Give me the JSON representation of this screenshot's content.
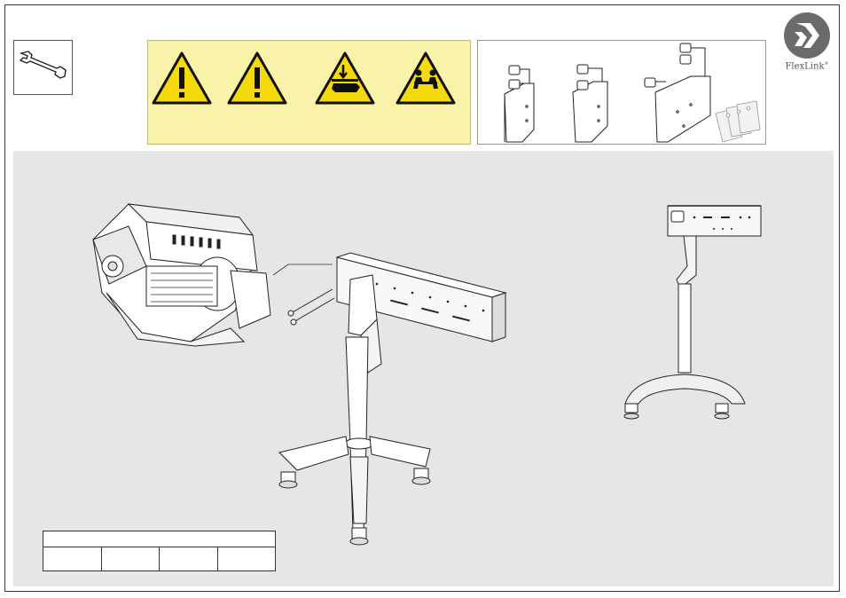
{
  "brand": {
    "name": "FlexLink",
    "trademark": "®",
    "colors": {
      "logo_gray": "#6b6b6b",
      "warning_yellow": "#f5d90a",
      "panel_yellow": "#f8f3a8",
      "work_area_gray": "#e6e6e6"
    }
  },
  "tools": {
    "icon": "open-end-wrench-icon"
  },
  "warnings": [
    {
      "icon": "general-warning-icon"
    },
    {
      "icon": "general-warning-icon"
    },
    {
      "icon": "hand-crush-warning-icon"
    },
    {
      "icon": "two-person-lift-warning-icon"
    }
  ],
  "kit": {
    "items": [
      {
        "icon": "short-bracket-icon"
      },
      {
        "icon": "medium-bracket-icon"
      },
      {
        "icon": "long-bracket-icon"
      },
      {
        "icon": "instruction-sheets-icon"
      }
    ]
  },
  "figures": [
    {
      "icon": "drive-unit-drawing"
    },
    {
      "icon": "support-stand-with-beam-drawing"
    },
    {
      "icon": "side-view-stand-drawing"
    }
  ],
  "spec_table": {
    "header": [
      ""
    ],
    "rows": [
      [
        "",
        "",
        "",
        ""
      ]
    ]
  }
}
